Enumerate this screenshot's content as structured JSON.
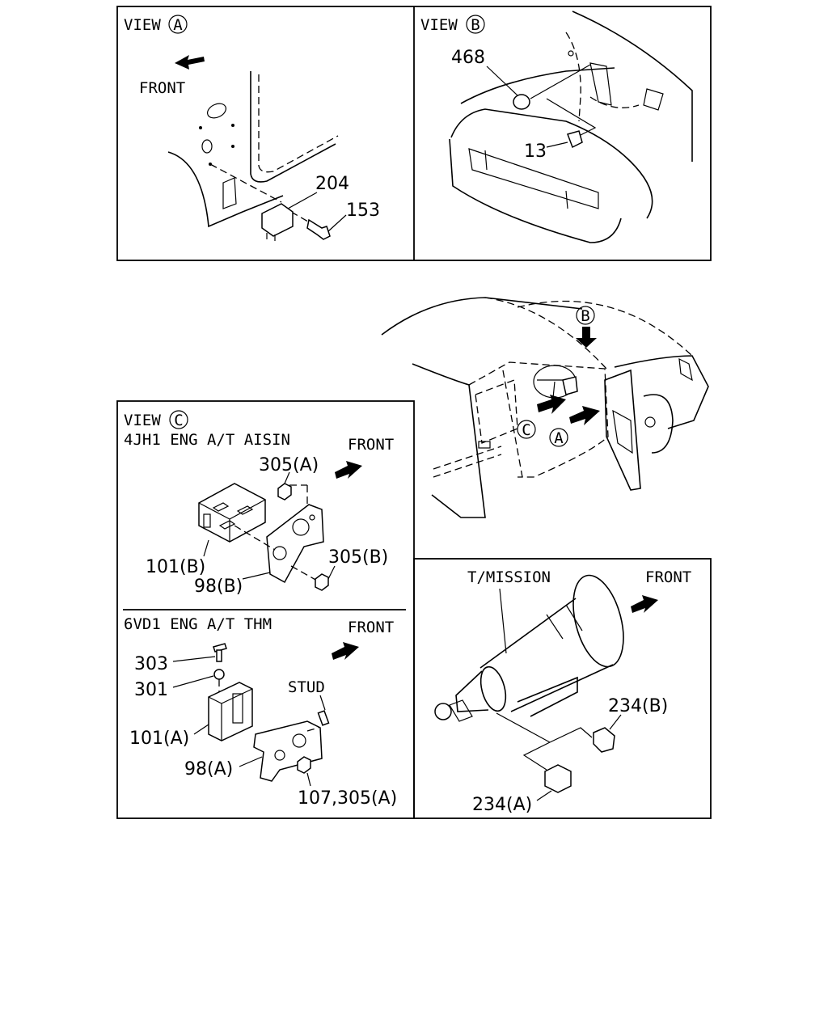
{
  "view_a": {
    "title": "VIEW",
    "circle_letter": "A",
    "front": "FRONT",
    "callouts": [
      "204",
      "153"
    ]
  },
  "view_b": {
    "title": "VIEW",
    "circle_letter": "B",
    "callouts": [
      "468",
      "13"
    ]
  },
  "vehicle": {
    "markers": [
      "B",
      "C",
      "A"
    ]
  },
  "view_c": {
    "title": "VIEW",
    "circle_letter": "C",
    "upper": {
      "subtitle": "4JH1 ENG A/T AISIN",
      "front": "FRONT",
      "callouts": [
        "305(A)",
        "305(B)",
        "101(B)",
        "98(B)"
      ]
    },
    "lower": {
      "subtitle": "6VD1 ENG A/T THM",
      "front": "FRONT",
      "callouts": [
        "303",
        "301",
        "STUD",
        "101(A)",
        "98(A)",
        "107,305(A)"
      ]
    }
  },
  "transmission": {
    "label": "T/MISSION",
    "front": "FRONT",
    "callouts": [
      "234(B)",
      "234(A)"
    ]
  }
}
